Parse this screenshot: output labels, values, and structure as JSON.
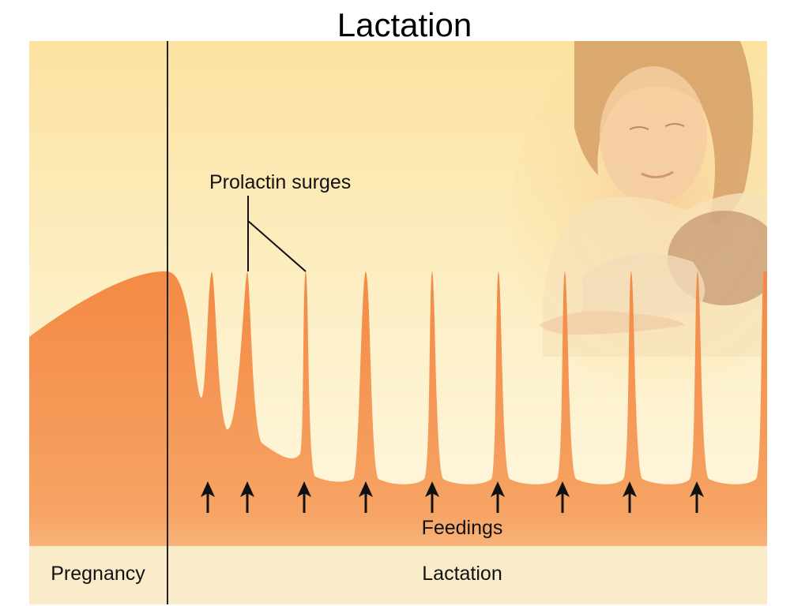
{
  "slide": {
    "title": "Lactation"
  },
  "figure": {
    "annotation": "Prolactin surges",
    "arrows_label": "Feedings",
    "phases": [
      "Pregnancy",
      "Lactation"
    ],
    "feeding_count": 9,
    "colors": {
      "curve": "#f08a4b",
      "background_top": "#fbe3a4",
      "background_bottom": "#fdf3d8",
      "timeline_band": "#fbe9c8",
      "divider": "#222222",
      "arrow": "#111111"
    },
    "illustration": "mother-breastfeeding-infant"
  }
}
